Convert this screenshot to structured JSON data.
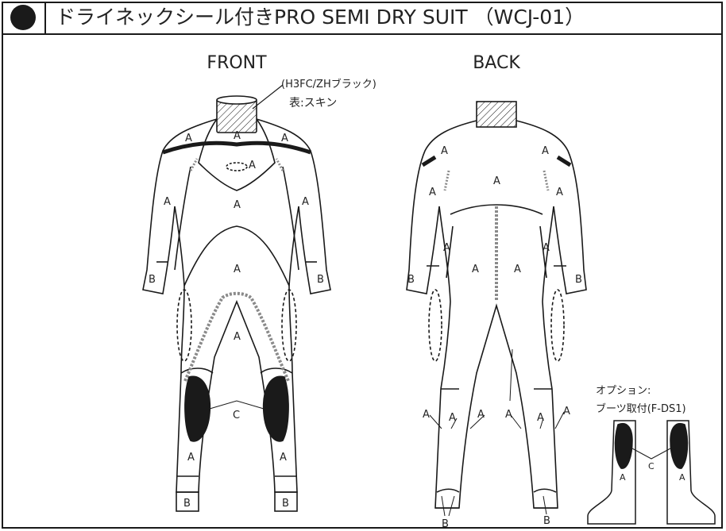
{
  "title": "ドライネックシール付きPRO SEMI DRY SUIT （WCJ-01）",
  "views": {
    "front": "FRONT",
    "back": "BACK"
  },
  "neck_note": {
    "line1": "(H3FC/ZHブラック)",
    "line2": "表:スキン"
  },
  "option": {
    "line1": "オプション:",
    "line2": "ブーツ取付(F-DS1)"
  },
  "material_codes": {
    "a": "A",
    "b": "B",
    "c": "C"
  },
  "colors": {
    "line": "#1a1a1a",
    "stitch": "#8a8a8a",
    "panel_dark": "#1a1a1a"
  }
}
